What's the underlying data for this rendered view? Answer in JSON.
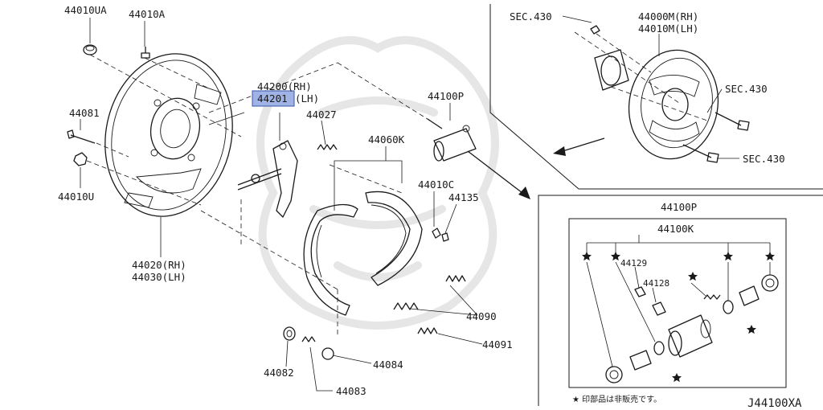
{
  "labels": {
    "l44010UA": "44010UA",
    "l44010A": "44010A",
    "l44081": "44081",
    "l44010U": "44010U",
    "l44020": "44020(RH)",
    "l44030": "44030(LH)",
    "l44200": "44200(RH)",
    "l44201": "44201",
    "l44201lh": "(LH)",
    "l44027": "44027",
    "l44100P_main": "44100P",
    "l44060K": "44060K",
    "l44010C": "44010C",
    "l44135": "44135",
    "l44090": "44090",
    "l44091": "44091",
    "l44082": "44082",
    "l44084": "44084",
    "l44083": "44083",
    "sec430_top": "SEC.430",
    "l44000M": "44000M(RH)",
    "l44010M": "44010M(LH)",
    "sec430_right": "SEC.430",
    "sec430_bottom": "SEC.430",
    "l44100P_inset": "44100P",
    "l44100K": "44100K",
    "l44129": "44129",
    "l44128": "44128",
    "note_star": "★ 印部品は非販売です。",
    "diagram_code": "J44100XA"
  },
  "colors": {
    "highlight": "#9fb3e6",
    "ink": "#1a1a1a"
  },
  "icons": {
    "star": "star-icon"
  }
}
